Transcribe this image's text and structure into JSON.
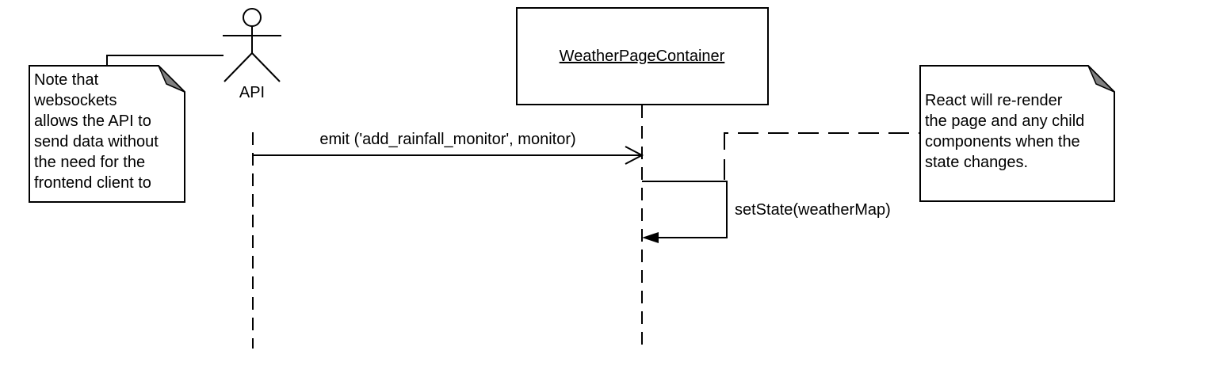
{
  "diagram": {
    "type": "sequence",
    "actor": {
      "label": "API",
      "icon": "stick-figure-icon"
    },
    "object": {
      "label": "WeatherPageContainer"
    },
    "messages": [
      {
        "label": "emit ('add_rainfall_monitor', monitor)",
        "from": "API",
        "to": "WeatherPageContainer",
        "style": "solid-open-arrow"
      },
      {
        "label": "setState(weatherMap)",
        "from": "WeatherPageContainer",
        "to": "WeatherPageContainer",
        "style": "self-call-filled-arrow"
      }
    ],
    "notes": [
      {
        "attached_to": "API",
        "lines": [
          "Note that",
          "websockets",
          "allows the API to",
          "send data without",
          "the need for the",
          "frontend client to"
        ]
      },
      {
        "attached_to": "setState(weatherMap)",
        "lines": [
          "React will re-render",
          "the page and any child",
          "components when the",
          "state changes."
        ]
      }
    ],
    "colors": {
      "line": "#000000",
      "note_corner": "#808080",
      "background": "#ffffff"
    }
  }
}
